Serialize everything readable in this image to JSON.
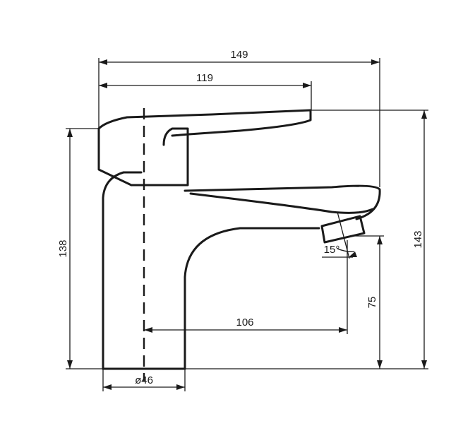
{
  "drawing": {
    "description_labels": {
      "overall_width": "149",
      "handle_length": "119",
      "left_height": "138",
      "total_height": "143",
      "spout_height": "75",
      "spout_reach": "106",
      "base_diameter": "ø46",
      "aerator_angle": "15°"
    },
    "colors": {
      "line": "#1a1a1a",
      "background": "#ffffff"
    }
  }
}
